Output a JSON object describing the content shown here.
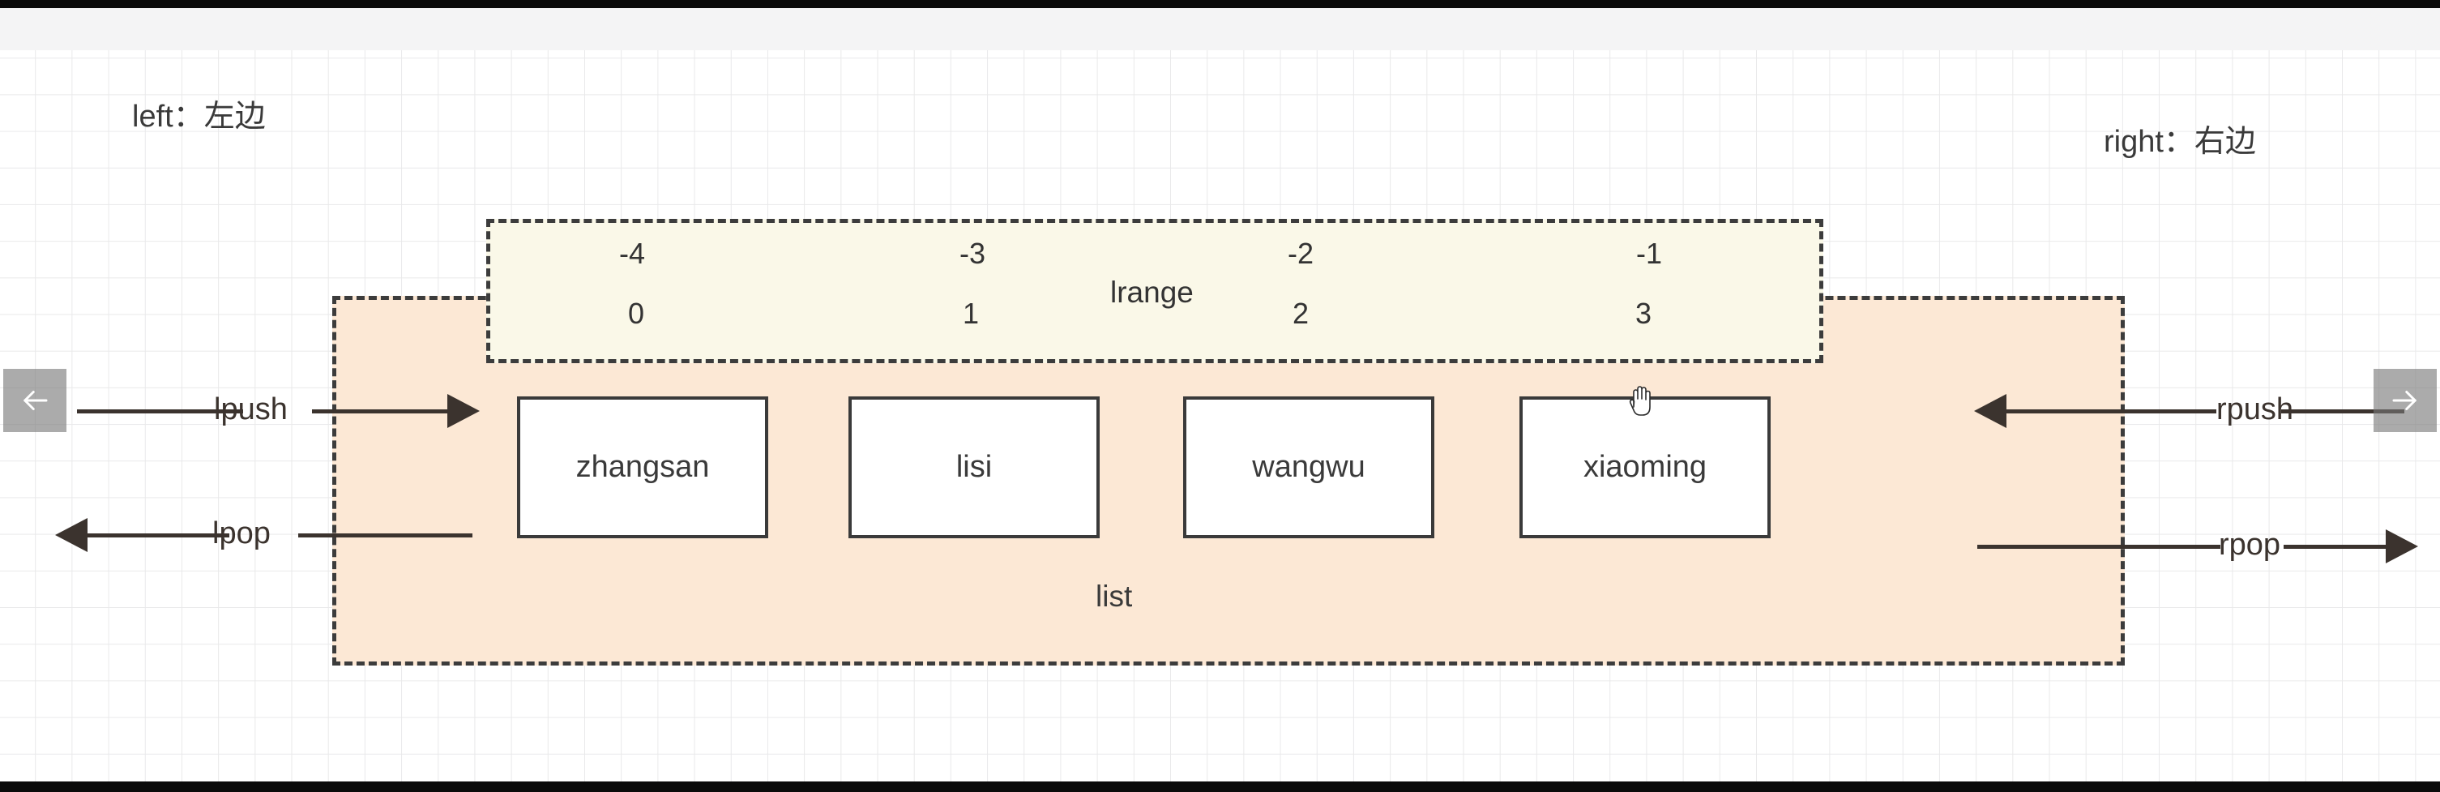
{
  "diagram": {
    "title": "redis-list-structure",
    "side_labels": {
      "left": "left：左边",
      "right": "right：右边"
    },
    "list_region": {
      "label": "list",
      "fill_color": "#fce8d5",
      "border_color": "#3c3c3c"
    },
    "lrange_region": {
      "label": "lrange",
      "fill_color": "#faf8e8",
      "border_color": "#3c3c3c",
      "negative_indices": [
        "-4",
        "-3",
        "-2",
        "-1"
      ],
      "positive_indices": [
        "0",
        "1",
        "2",
        "3"
      ]
    },
    "elements": [
      {
        "value": "zhangsan",
        "positive_index": "0",
        "negative_index": "-4"
      },
      {
        "value": "lisi",
        "positive_index": "1",
        "negative_index": "-3"
      },
      {
        "value": "wangwu",
        "positive_index": "2",
        "negative_index": "-2"
      },
      {
        "value": "xiaoming",
        "positive_index": "3",
        "negative_index": "-1"
      }
    ],
    "operations": {
      "lpush": "lpush",
      "lpop": "lpop",
      "rpush": "rpush",
      "rpop": "rpop"
    }
  },
  "viewer": {
    "prev_icon": "arrow-left-icon",
    "next_icon": "arrow-right-icon",
    "cursor_icon": "hand-cursor-icon"
  },
  "colors": {
    "list_fill": "#fce8d5",
    "lrange_fill": "#faf8e8",
    "stroke": "#3b332e",
    "grid_line": "#e9e9ea"
  }
}
